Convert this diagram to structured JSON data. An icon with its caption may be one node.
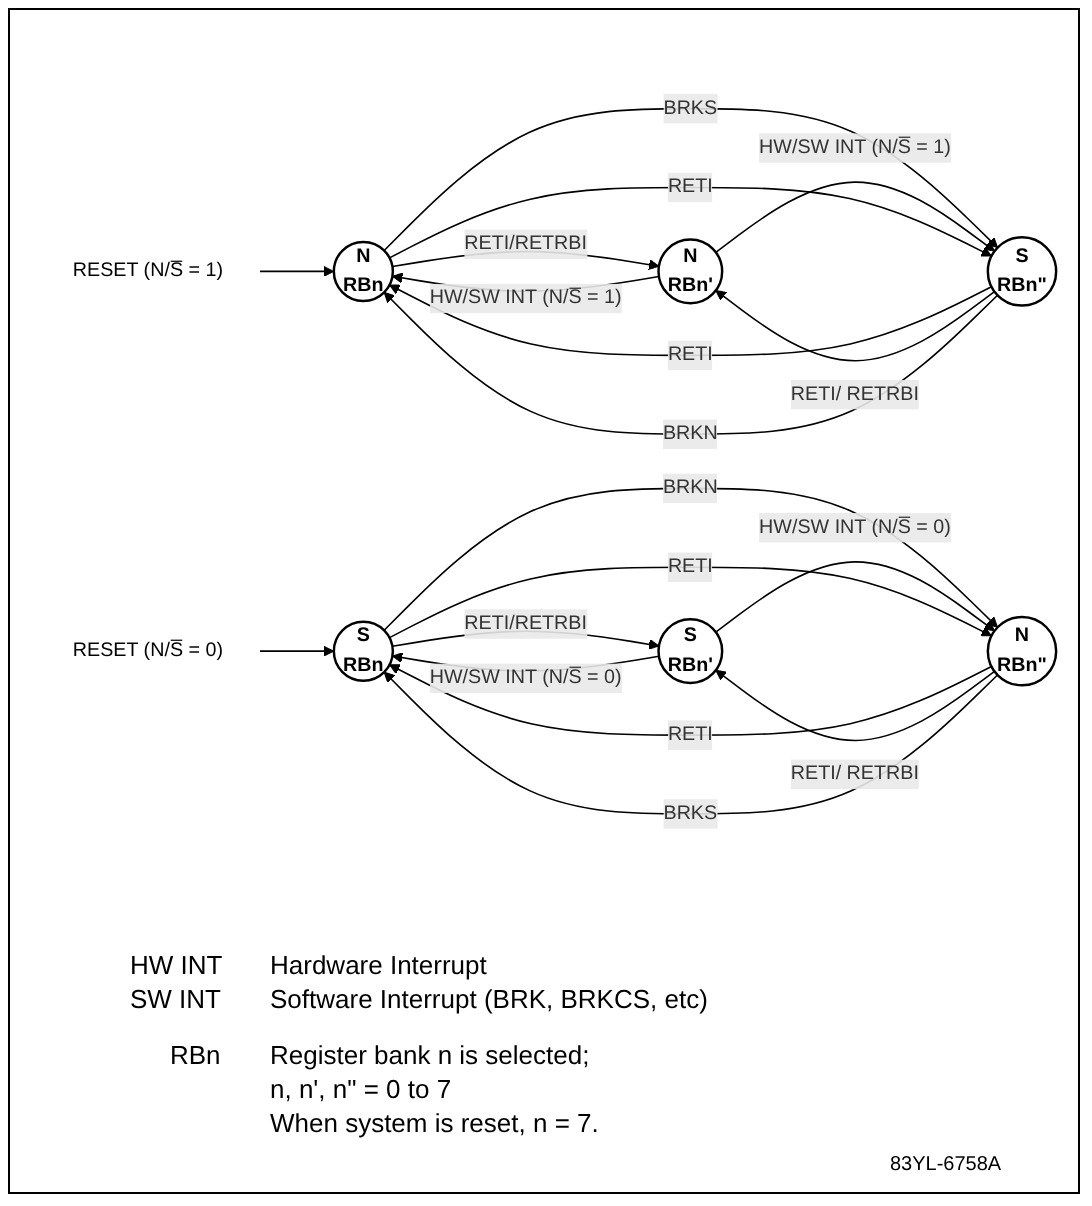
{
  "diagram": {
    "nodes": [
      {
        "text": [
          "RESET (N/S̅ = 1)"
        ]
      },
      {
        "text": [
          "N",
          "RBn"
        ]
      },
      {
        "text": [
          "N",
          "RBn'"
        ]
      },
      {
        "text": [
          "S",
          "RBn\""
        ]
      },
      {
        "text": [
          "RESET (N/S̅ = 0)"
        ]
      },
      {
        "text": [
          "S",
          "RBn"
        ]
      },
      {
        "text": [
          "S",
          "RBn'"
        ]
      },
      {
        "text": [
          "N",
          "RBn\""
        ]
      }
    ],
    "edges": [
      {
        "from": 0,
        "to": 1,
        "arrow": "to"
      },
      {
        "from": 2,
        "to": 1,
        "arrow": "to",
        "label": "HW/SW INT (N/S̅ = 1)"
      },
      {
        "from": 1,
        "to": 2,
        "arrow": "to",
        "label": "RETI/RETRBI"
      },
      {
        "from": 3,
        "to": 1,
        "arrow": "to",
        "label": "RETI"
      },
      {
        "from": 1,
        "to": 3,
        "arrow": "to",
        "label": "BRKS"
      },
      {
        "from": 3,
        "to": 2,
        "arrow": "to",
        "label": "RETI/ RETRBI"
      },
      {
        "from": 2,
        "to": 3,
        "arrow": "to",
        "label": "HW/SW INT (N/S̅ = 1)"
      },
      {
        "from": 1,
        "to": 3,
        "arrow": "to",
        "label": "RETI"
      },
      {
        "from": 3,
        "to": 1,
        "arrow": "to",
        "label": "BRKN"
      },
      {
        "from": 4,
        "to": 5,
        "arrow": "to"
      },
      {
        "from": 6,
        "to": 5,
        "arrow": "to",
        "label": "HW/SW INT (N/S̅ = 0)"
      },
      {
        "from": 5,
        "to": 6,
        "arrow": "to",
        "label": "RETI/RETRBI"
      },
      {
        "from": 7,
        "to": 5,
        "arrow": "to",
        "label": "RETI"
      },
      {
        "from": 5,
        "to": 7,
        "arrow": "to",
        "label": "BRKN"
      },
      {
        "from": 7,
        "to": 6,
        "arrow": "to",
        "label": "RETI/ RETRBI"
      },
      {
        "from": 6,
        "to": 7,
        "arrow": "to",
        "label": "HW/SW INT (N/S̅ = 0)"
      },
      {
        "from": 5,
        "to": 7,
        "arrow": "to",
        "label": "RETI"
      },
      {
        "from": 7,
        "to": 5,
        "arrow": "to",
        "label": "BRKS"
      }
    ],
    "labels": [
      "HW INT",
      "Hardware Interrupt",
      "SW INT",
      "Software Interrupt (BRK, BRKCS, etc)",
      "RBn",
      "Register bank n is selected;",
      "n, n', n\" = 0 to 7",
      "When system is reset, n = 7.",
      "83YL-6758A"
    ]
  }
}
